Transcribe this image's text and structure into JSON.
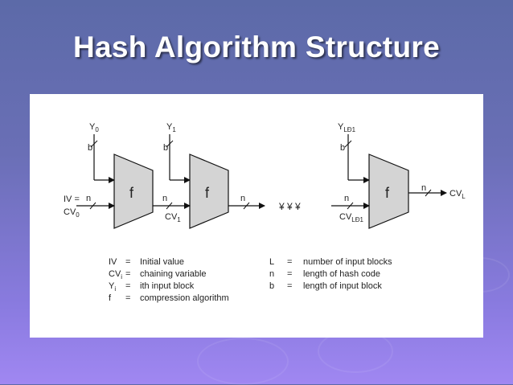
{
  "slide": {
    "title": "Hash Algorithm Structure"
  },
  "diagram": {
    "block_label": "f",
    "inputs": [
      {
        "y_main": "Y",
        "y_sub": "0",
        "b": "b",
        "n": "n"
      },
      {
        "y_main": "Y",
        "y_sub": "1",
        "b": "b",
        "n": "n"
      },
      {
        "y_main": "Y",
        "y_sub": "LÐ1",
        "b": "b",
        "n": "n"
      }
    ],
    "iv_line1": "IV =",
    "iv_main": "CV",
    "iv_sub": "0",
    "cv1_main": "CV",
    "cv1_sub": "1",
    "cvl1_main": "CV",
    "cvl1_sub": "LÐ1",
    "cvl_main": "CV",
    "cvl_sub": "L",
    "out_n": "n",
    "mid_n": "n",
    "ellipsis": "¥ ¥ ¥"
  },
  "legend": {
    "left": [
      {
        "sym": "IV",
        "sub": "",
        "def": "Initial value"
      },
      {
        "sym": "CV",
        "sub": "i",
        "def": "chaining variable"
      },
      {
        "sym": "Y",
        "sub": "i",
        "def": "ith input block"
      },
      {
        "sym": "f",
        "sub": "",
        "def": "compression algorithm"
      }
    ],
    "right": [
      {
        "sym": "L",
        "sub": "",
        "def": "number of input blocks"
      },
      {
        "sym": "n",
        "sub": "",
        "def": "length of hash code"
      },
      {
        "sym": "b",
        "sub": "",
        "def": "length of input block"
      }
    ],
    "eq": "="
  },
  "colors": {
    "block_fill": "#d4d4d4",
    "line": "#111111"
  }
}
